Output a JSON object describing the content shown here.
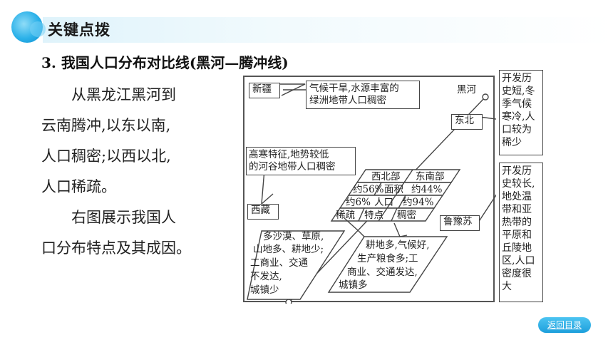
{
  "header": {
    "title": "关键点拨"
  },
  "section": {
    "title": "3. 我国人口分布对比线(黑河—腾冲线)"
  },
  "body": {
    "paragraph1": [
      "从黑龙江黑河到",
      "云南腾冲,以东以南,",
      "人口稠密;以西以北,",
      "人口稀疏。"
    ],
    "paragraph2": [
      "右图展示我国人",
      "口分布特点及其成因。"
    ]
  },
  "diagram": {
    "xinjiang": "新疆",
    "xinjiang_note": [
      "气候干旱,水源丰富的",
      "绿洲地带人口稠密"
    ],
    "heihe": "黑河",
    "dongbei": "东北",
    "xizang_note": [
      "高寒特征,地势较低",
      "的河谷地带人口稠密"
    ],
    "xizang": "西藏",
    "table": {
      "header": [
        "西北部",
        "东南部"
      ],
      "area": [
        "约56%",
        "面积",
        "约44%"
      ],
      "population": [
        "约6%",
        "人口",
        "约94%"
      ],
      "feature": [
        "稀疏",
        "特点",
        "稠密"
      ]
    },
    "luyusu": "鲁豫苏",
    "west_note": [
      "多沙漠、草原,",
      "山地多、耕地少;",
      "工商业、交通",
      "不发达,",
      "城镇少"
    ],
    "east_note": [
      "耕地多,气候好,",
      "生产粮食多;工",
      "商业、交通发达,",
      "城镇多"
    ],
    "dongbei_side": "开发历史短,冬季气候寒冷,人口较为稀少",
    "luyusu_side": "开发历史较长,地处温带和亚热带的平原和丘陵地区,人口密度很大"
  },
  "nav": {
    "back_label": "返回目录"
  }
}
